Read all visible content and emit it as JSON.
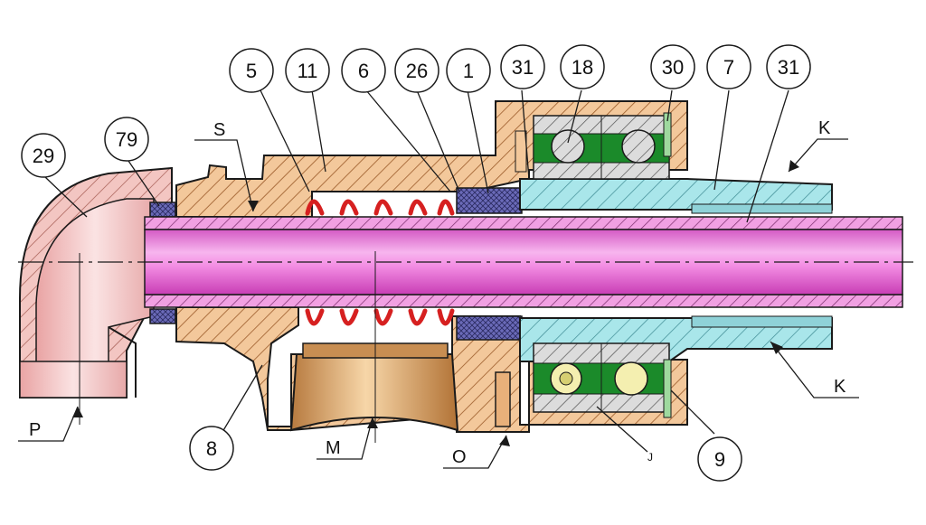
{
  "diagram": {
    "part_numbers": [
      "5",
      "11",
      "6",
      "26",
      "1",
      "31",
      "18",
      "30",
      "7",
      "31",
      "29",
      "79",
      "8",
      "9"
    ],
    "letters": [
      "S",
      "K",
      "K",
      "P",
      "M",
      "O",
      "J"
    ]
  },
  "colors": {
    "housing": "#f3c89b",
    "housing_hatch": "#b0703a",
    "shaft": "#e67ad6",
    "shaft_light": "#f8b6ec",
    "elbow": "#f1c0c0",
    "spring": "#d62020",
    "seal_blue": "#5a5aa8",
    "sleeve_cyan": "#a9e6ea",
    "bearing_race": "#d4d4d4",
    "bearing_cage": "#1b8a2a",
    "ball": "#f4efb0",
    "nozzle": "#d4a06a",
    "outline": "#1a1a1a"
  }
}
